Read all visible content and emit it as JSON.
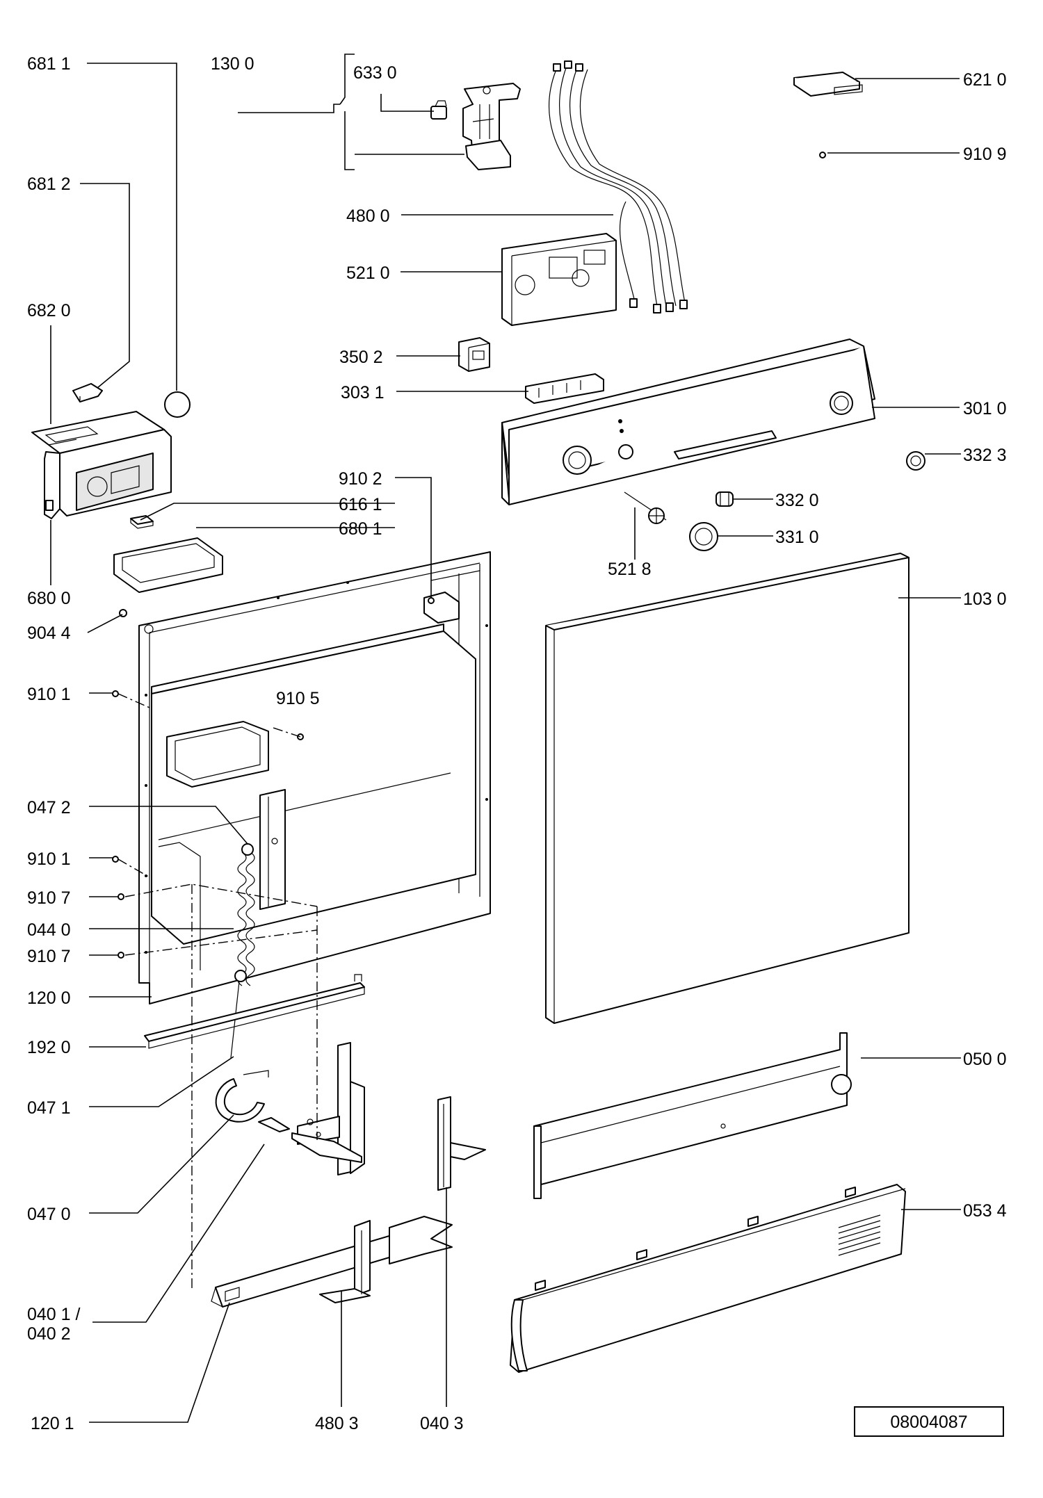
{
  "diagram_id": "08004087",
  "callouts": {
    "c6811": "681 1",
    "c1300": "130 0",
    "c6330": "633 0",
    "c6210": "621 0",
    "c9109": "910 9",
    "c6812": "681 2",
    "c4800": "480 0",
    "c5210": "521 0",
    "c6820": "682 0",
    "c3502": "350 2",
    "c3031": "303 1",
    "c3010": "301 0",
    "c3323": "332 3",
    "c9102": "910 2",
    "c6161": "616 1",
    "c3320": "332 0",
    "c6801": "680 1",
    "c3310": "331 0",
    "c5218": "521 8",
    "c6800": "680 0",
    "c1030": "103 0",
    "c9044": "904 4",
    "c9101a": "910 1",
    "c9105": "910 5",
    "c0472": "047 2",
    "c9101b": "910 1",
    "c9107a": "910 7",
    "c0440": "044 0",
    "c9107b": "910 7",
    "c1200": "120 0",
    "c1920": "192 0",
    "c0500": "050 0",
    "c0471": "047 1",
    "c0470": "047 0",
    "c0534": "053 4",
    "c0401": "040 1 /",
    "c0402": "040 2",
    "c1201": "120 1",
    "c4803": "480 3",
    "c0403": "040 3"
  }
}
